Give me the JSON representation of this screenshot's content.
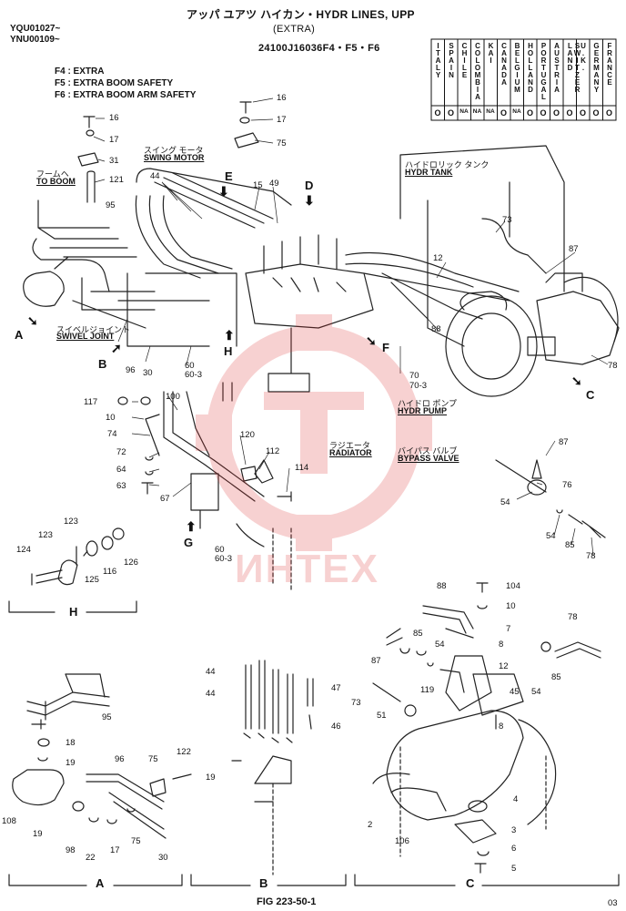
{
  "header": {
    "title_line1": "アッパ  ユアツ  ハイカン・HYDR LINES, UPP",
    "title_line2": "(EXTRA)",
    "part_no": "24100J16036F4・F5・F6",
    "serial1": "YQU01027~",
    "serial2": "YNU00109~"
  },
  "notes": [
    "F4 : EXTRA",
    "F5 : EXTRA BOOM SAFETY",
    "F6 : EXTRA BOOM ARM SAFETY"
  ],
  "country_table": {
    "countries": [
      "ITALY",
      "SPAIN",
      "CHILE",
      "COLOMBIA",
      "KAI",
      "CANADA",
      "BELGIUM",
      "HOLLAND",
      "PORTUGAL",
      "AUSTRIA",
      "SWITZER LAND",
      "U.K.",
      "GERMANY",
      "FRANCE"
    ],
    "marks": [
      "O",
      "O",
      "NA",
      "NA",
      "NA",
      "O",
      "NA",
      "O",
      "O",
      "O",
      "O",
      "O",
      "O",
      "O"
    ]
  },
  "labels": {
    "to_boom_jp": "フームヘ",
    "to_boom": "TO BOOM",
    "swing_motor_jp": "スイング モータ",
    "swing_motor": "SWING MOTOR",
    "swivel_joint_jp": "スイベルジョイント",
    "swivel_joint": "SWIVEL JOINT",
    "hydr_tank_jp": "ハイドロリック タンク",
    "hydr_tank": "HYDR TANK",
    "hydr_pump_jp": "ハイドロ ポンプ",
    "hydr_pump": "HYDR PUMP",
    "radiator_jp": "ラジエータ",
    "radiator": "RADIATOR",
    "bypass_valve_jp": "バイパス バルブ",
    "bypass_valve": "BYPASS VALVE"
  },
  "views": {
    "A": "A",
    "B": "B",
    "C": "C",
    "D": "D",
    "E": "E",
    "F": "F",
    "G": "G",
    "H": "H"
  },
  "part_numbers": {
    "p16a": "16",
    "p17a": "17",
    "p31": "31",
    "p121": "121",
    "p95a": "95",
    "p16b": "16",
    "p17b": "17",
    "p75a": "75",
    "p44a": "44",
    "p15": "15",
    "p49": "49",
    "p73a": "73",
    "p12a": "12",
    "p87a": "87",
    "p88a": "88",
    "p78a": "78",
    "p96a": "96",
    "p30a": "30",
    "p60a": "60",
    "p603a": "60-3",
    "p70": "70",
    "p703": "70-3",
    "p117": "117",
    "p10a": "10",
    "p74": "74",
    "p72": "72",
    "p64": "64",
    "p63": "63",
    "p100": "100",
    "p67": "67",
    "p120": "120",
    "p112": "112",
    "p114": "114",
    "p60b": "60",
    "p603b": "60-3",
    "p87b": "87",
    "p76": "76",
    "p54a": "54",
    "p54b": "54",
    "p85a": "85",
    "p78b": "78",
    "p123a": "123",
    "p123b": "123",
    "p124": "124",
    "p125": "125",
    "p116": "116",
    "p126": "126",
    "p88b": "88",
    "p104": "104",
    "p10b": "10",
    "p7": "7",
    "p85b": "85",
    "p54c": "54",
    "p8a": "8",
    "p78c": "78",
    "p87c": "87",
    "p12b": "12",
    "p85c": "85",
    "p73b": "73",
    "p119": "119",
    "p45": "45",
    "p54d": "54",
    "p51": "51",
    "p8b": "8",
    "p4": "4",
    "p2": "2",
    "p106": "106",
    "p3": "3",
    "p6": "6",
    "p5": "5",
    "p44b": "44",
    "p44c": "44",
    "p47": "47",
    "p46": "46",
    "p19a": "19",
    "p95b": "95",
    "p18": "18",
    "p19b": "19",
    "p96b": "96",
    "p75b": "75",
    "p122": "122",
    "p108": "108",
    "p19c": "19",
    "p98": "98",
    "p22": "22",
    "p17c": "17",
    "p75c": "75",
    "p30b": "30"
  },
  "footer": {
    "fig": "FIG 223-50-1",
    "page": "03"
  },
  "watermark_text": "ИНТЕХ"
}
